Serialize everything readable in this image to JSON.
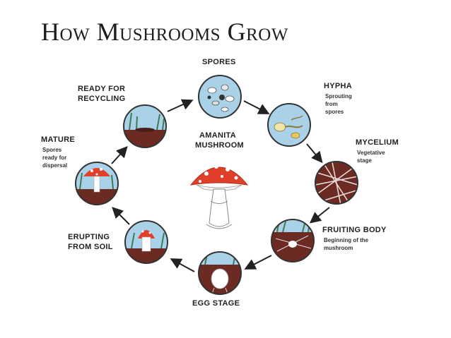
{
  "title": "How Mushrooms Grow",
  "center": {
    "label_line1": "AMANITA",
    "label_line2": "MUSHROOM"
  },
  "stages": {
    "spores": {
      "label": "SPORES"
    },
    "hypha": {
      "label": "HYPHA",
      "desc1": "Sprouting",
      "desc2": "from",
      "desc3": "spores"
    },
    "mycelium": {
      "label": "MYCELIUM",
      "desc1": "Vegetative",
      "desc2": "stage"
    },
    "fruiting": {
      "label": "FRUITING BODY",
      "desc1": "Beginning of the",
      "desc2": "mushroom"
    },
    "egg": {
      "label": "EGG STAGE"
    },
    "erupting": {
      "label_line1": "ERUPTING",
      "label_line2": "FROM SOIL"
    },
    "mature": {
      "label": "MATURE",
      "desc1": "Spores",
      "desc2": "ready for",
      "desc3": "dispersal"
    },
    "ready": {
      "label_line1": "READY FOR",
      "label_line2": "RECYCLING"
    }
  },
  "colors": {
    "sky": "#a9d2e8",
    "soil": "#6b2a22",
    "cap": "#e0402a",
    "grass": "#3f7a55",
    "arrow": "#222222"
  }
}
